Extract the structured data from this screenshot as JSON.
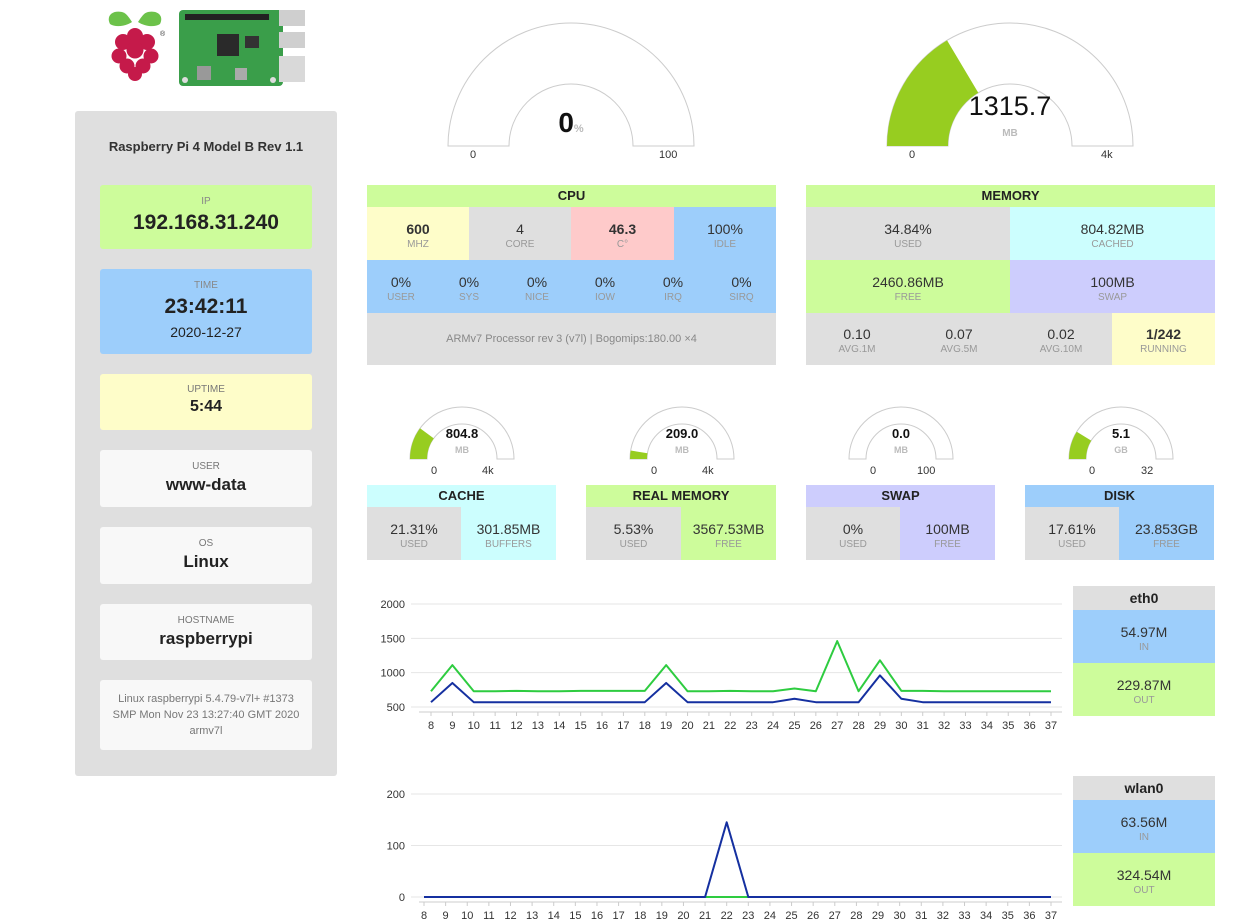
{
  "sidebar": {
    "model": "Raspberry Pi 4 Model B Rev 1.1",
    "ip": {
      "label": "IP",
      "value": "192.168.31.240"
    },
    "time": {
      "label": "TIME",
      "value": "23:42:11",
      "date": "2020-12-27"
    },
    "uptime": {
      "label": "UPTIME",
      "value": "5:44"
    },
    "user": {
      "label": "USER",
      "value": "www-data"
    },
    "os": {
      "label": "OS",
      "value": "Linux"
    },
    "hostname": {
      "label": "HOSTNAME",
      "value": "raspberrypi"
    },
    "uname": "Linux raspberrypi 5.4.79-v7l+ #1373 SMP Mon Nov 23 13:27:40 GMT 2020 armv7l"
  },
  "gauges": {
    "cpu": {
      "value": "0",
      "unit": "%",
      "min": "0",
      "max": "100",
      "fraction": 0
    },
    "memory": {
      "value": "1315.7",
      "unit": "MB",
      "min": "0",
      "max": "4k",
      "fraction": 0.329
    },
    "cache": {
      "value": "804.8",
      "unit": "MB",
      "min": "0",
      "max": "4k",
      "fraction": 0.201
    },
    "real": {
      "value": "209.0",
      "unit": "MB",
      "min": "0",
      "max": "4k",
      "fraction": 0.052
    },
    "swap": {
      "value": "0.0",
      "unit": "MB",
      "min": "0",
      "max": "100",
      "fraction": 0
    },
    "disk": {
      "value": "5.1",
      "unit": "GB",
      "min": "0",
      "max": "32",
      "fraction": 0.176
    },
    "colors": {
      "fill": "#97cd20",
      "track": "#ffffff",
      "border": "#cccccc"
    }
  },
  "cpu": {
    "title": "CPU",
    "mhz": {
      "value": "600",
      "label": "MHz"
    },
    "core": {
      "value": "4",
      "label": "CORE"
    },
    "temp": {
      "value": "46.3",
      "label": "C°"
    },
    "idle": {
      "value": "100%",
      "label": "IDLE"
    },
    "stats": [
      {
        "value": "0%",
        "label": "USER"
      },
      {
        "value": "0%",
        "label": "SYS"
      },
      {
        "value": "0%",
        "label": "NICE"
      },
      {
        "value": "0%",
        "label": "IOW"
      },
      {
        "value": "0%",
        "label": "IRQ"
      },
      {
        "value": "0%",
        "label": "SIRQ"
      }
    ],
    "model": "ARMv7 Processor rev 3 (v7l) | Bogomips:180.00 ×4"
  },
  "memory": {
    "title": "MEMORY",
    "used": {
      "value": "34.84%",
      "label": "USED"
    },
    "cached": {
      "value": "804.82MB",
      "label": "CACHED"
    },
    "free": {
      "value": "2460.86MB",
      "label": "FREE"
    },
    "swap": {
      "value": "100MB",
      "label": "SWAP"
    },
    "avg1": {
      "value": "0.10",
      "label": "AVG.1M"
    },
    "avg5": {
      "value": "0.07",
      "label": "AVG.5M"
    },
    "avg10": {
      "value": "0.02",
      "label": "AVG.10M"
    },
    "running": {
      "value": "1/242",
      "label": "RUNNING"
    }
  },
  "cache": {
    "title": "CACHE",
    "used": {
      "value": "21.31%",
      "label": "USED"
    },
    "buffers": {
      "value": "301.85MB",
      "label": "BUFFERS"
    }
  },
  "realmem": {
    "title": "REAL MEMORY",
    "used": {
      "value": "5.53%",
      "label": "USED"
    },
    "free": {
      "value": "3567.53MB",
      "label": "FREE"
    }
  },
  "swap": {
    "title": "SWAP",
    "used": {
      "value": "0%",
      "label": "USED"
    },
    "free": {
      "value": "100MB",
      "label": "FREE"
    }
  },
  "disk": {
    "title": "DISK",
    "used": {
      "value": "17.61%",
      "label": "USED"
    },
    "free": {
      "value": "23.853GB",
      "label": "FREE"
    }
  },
  "eth0": {
    "title": "eth0",
    "in": {
      "value": "54.97M",
      "label": "IN"
    },
    "out": {
      "value": "229.87M",
      "label": "OUT"
    }
  },
  "wlan0": {
    "title": "wlan0",
    "in": {
      "value": "63.56M",
      "label": "IN"
    },
    "out": {
      "value": "324.54M",
      "label": "OUT"
    }
  },
  "chart_data": [
    {
      "type": "line",
      "x": [
        8,
        9,
        10,
        11,
        12,
        13,
        14,
        15,
        16,
        17,
        18,
        19,
        20,
        21,
        22,
        23,
        24,
        25,
        26,
        27,
        28,
        29,
        30,
        31,
        32,
        33,
        34,
        35,
        36,
        37
      ],
      "ylim": [
        500,
        2000
      ],
      "yticks": [
        500,
        1000,
        1500,
        2000
      ],
      "series": [
        {
          "color": "#2ecc40",
          "values": [
            730,
            1110,
            730,
            730,
            735,
            730,
            730,
            735,
            735,
            735,
            735,
            1110,
            730,
            730,
            735,
            730,
            730,
            770,
            730,
            1460,
            730,
            1180,
            735,
            735,
            730,
            730,
            730,
            730,
            730,
            730
          ]
        },
        {
          "color": "#1530a0",
          "values": [
            570,
            850,
            570,
            570,
            570,
            570,
            570,
            570,
            570,
            570,
            570,
            850,
            570,
            570,
            570,
            570,
            570,
            620,
            570,
            570,
            570,
            960,
            620,
            570,
            570,
            570,
            570,
            570,
            570,
            570
          ]
        }
      ]
    },
    {
      "type": "line",
      "x": [
        8,
        9,
        10,
        11,
        12,
        13,
        14,
        15,
        16,
        17,
        18,
        19,
        20,
        21,
        22,
        23,
        24,
        25,
        26,
        27,
        28,
        29,
        30,
        31,
        32,
        33,
        34,
        35,
        36,
        37
      ],
      "ylim": [
        0,
        200
      ],
      "yticks": [
        0,
        100,
        200
      ],
      "series": [
        {
          "color": "#2ecc40",
          "values": [
            0,
            0,
            0,
            0,
            0,
            0,
            0,
            0,
            0,
            0,
            0,
            0,
            0,
            0,
            0,
            0,
            0,
            0,
            0,
            0,
            0,
            0,
            0,
            0,
            0,
            0,
            0,
            0,
            0,
            0
          ]
        },
        {
          "color": "#1530a0",
          "values": [
            0,
            0,
            0,
            0,
            0,
            0,
            0,
            0,
            0,
            0,
            0,
            0,
            0,
            0,
            145,
            0,
            0,
            0,
            0,
            0,
            0,
            0,
            0,
            0,
            0,
            0,
            0,
            0,
            0,
            0
          ]
        }
      ]
    }
  ]
}
